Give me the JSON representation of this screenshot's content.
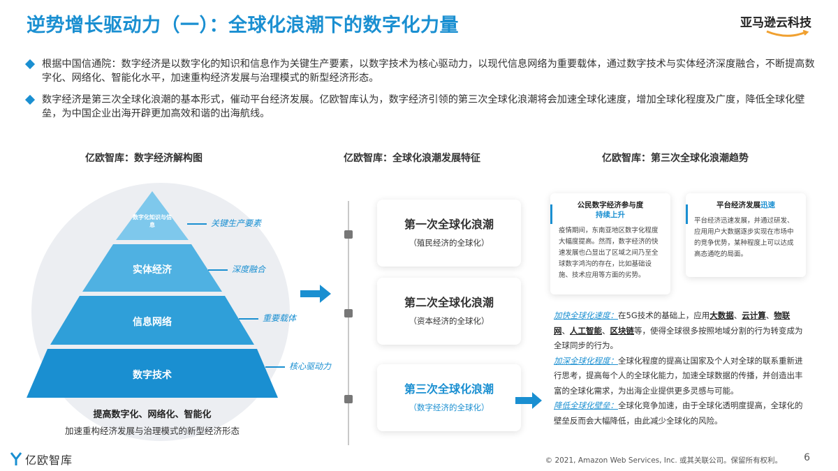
{
  "title": "逆势增长驱动力（一）：全球化浪潮下的数字化力量",
  "brand": {
    "name": "亚马逊云科技",
    "smile_icon": "amazon-smile-icon"
  },
  "bullets": [
    "根据中国信通院：数字经济是以数字化的知识和信息作为关键生产要素，以数字技术为核心驱动力，以现代信息网络为重要载体，通过数字技术与实体经济深度融合，不断提高数字化、网络化、智能化水平，加速重构经济发展与治理模式的新型经济形态。",
    "数字经济是第三次全球化浪潮的基本形式，催动平台经济发展。亿欧智库认为，数字经济引领的第三次全球化浪潮将会加速全球化速度，增加全球化程度及广度，降低全球化壁垒，为中国企业出海开辟更加高效和谐的出海航线。"
  ],
  "pyramid": {
    "heading": "亿欧智库：数字经济解构图",
    "levels": [
      {
        "label": "数字化知识与信息",
        "note": "关键生产要素"
      },
      {
        "label": "实体经济",
        "note": "深度融合"
      },
      {
        "label": "信息网络",
        "note": "重要载体"
      },
      {
        "label": "数字技术",
        "note": "核心驱动力"
      }
    ],
    "caption1": "提高数字化、网络化、智能化",
    "caption2": "加速重构经济发展与治理模式的新型经济形态"
  },
  "waves": {
    "heading": "亿欧智库：全球化浪潮发展特征",
    "items": [
      {
        "title": "第一次全球化浪潮",
        "sub": "（殖民经济的全球化）"
      },
      {
        "title": "第二次全球化浪潮",
        "sub": "（资本经济的全球化）"
      },
      {
        "title": "第三次全球化浪潮",
        "sub": "（数字经济的全球化）"
      }
    ]
  },
  "trends": {
    "heading": "亿欧智库：第三次全球化浪潮趋势",
    "card1": {
      "title_a": "公民数字经济参与度",
      "title_b": "持续上升",
      "body": "疫情期间，东南亚地区数字化程度大幅度提高。然而，数字经济的快速发展也凸显出了区域之间乃至全球数字鸿沟的存在，比如基础设施、技术应用等方面的劣势。"
    },
    "card2": {
      "title_a": "平台经济发展",
      "title_b": "迅速",
      "body": "平台经济迅速发展，并通过研发、应用用户大数据逐步实现在市场中的竞争优势，某种程度上可以达成高态通吃的局面。"
    },
    "points": [
      {
        "lead": "加快全球化速度：",
        "pre": "在5G技术的基础上，应用",
        "terms": [
          "大数据",
          "云计算",
          "物联网",
          "人工智能",
          "区块链"
        ],
        "post": "等，使得全球很多按照地域分割的行为转变成为全球同步的行为。"
      },
      {
        "lead": "加深全球化程度：",
        "text": "全球化程度的提高让国家及个人对全球的联系重新进行思考，提高每个人的全球化能力，加速全球数据的传播，并创造出丰富的全球化需求，为出海企业提供更多灵感与可能。"
      },
      {
        "lead": "降低全球化壁垒：",
        "text": "全球化竞争加速，由于全球化透明度提高，全球化的壁垒反而会大幅降低，由此减少全球化的风险。"
      }
    ]
  },
  "footer": {
    "logo_text": "亿欧智库",
    "copyright": "© 2021, Amazon Web Services, Inc. 或其关联公司。保留所有权利。",
    "page": "6"
  },
  "colors": {
    "accent": "#1a8fd1",
    "pyramid_top": "#7ec8ec",
    "pyramid_2": "#4fb1e2",
    "pyramid_3": "#2f9fd9",
    "pyramid_4": "#1a8fd1"
  }
}
